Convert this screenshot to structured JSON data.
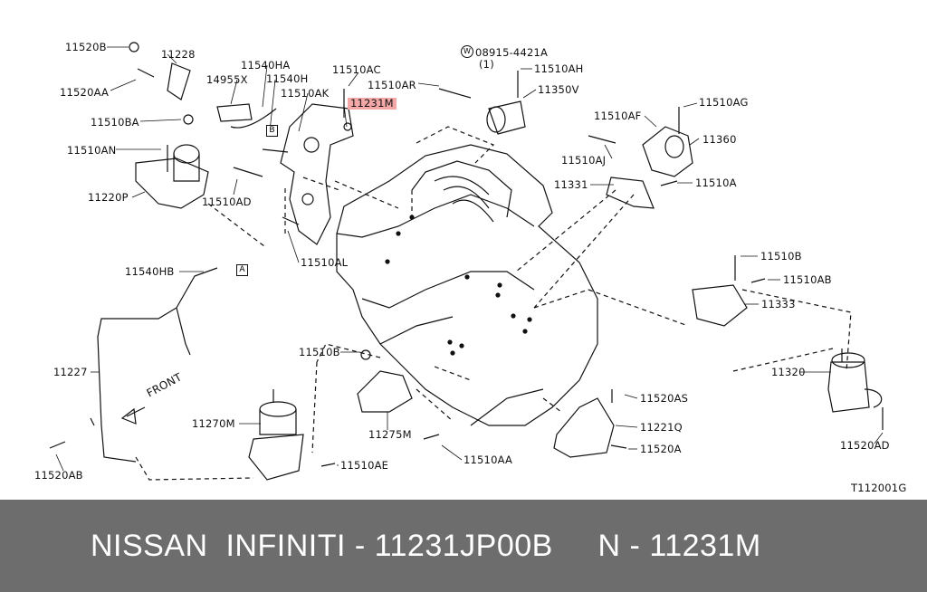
{
  "parts": [
    {
      "id": "p01",
      "label": "11520B"
    },
    {
      "id": "p02",
      "label": "11228"
    },
    {
      "id": "p03",
      "label": "11520AA"
    },
    {
      "id": "p04",
      "label": "14955X"
    },
    {
      "id": "p05",
      "label": "11540HA"
    },
    {
      "id": "p06",
      "label": "11540H"
    },
    {
      "id": "p07",
      "label": "11510AC"
    },
    {
      "id": "p08",
      "label": "11510AK"
    },
    {
      "id": "p09",
      "label": "11231M"
    },
    {
      "id": "p10",
      "label": "11510AR"
    },
    {
      "id": "p11",
      "label": "08915-4421A"
    },
    {
      "id": "p12",
      "label": "(1)"
    },
    {
      "id": "p13",
      "label": "11510AH"
    },
    {
      "id": "p14",
      "label": "11350V"
    },
    {
      "id": "p15",
      "label": "11510BA"
    },
    {
      "id": "p16",
      "label": "11510AN"
    },
    {
      "id": "p17",
      "label": "11220P"
    },
    {
      "id": "p18",
      "label": "11510AD"
    },
    {
      "id": "p19",
      "label": "11510AL"
    },
    {
      "id": "p20",
      "label": "11510AF"
    },
    {
      "id": "p21",
      "label": "11510AG"
    },
    {
      "id": "p22",
      "label": "11360"
    },
    {
      "id": "p23",
      "label": "11510AJ"
    },
    {
      "id": "p24",
      "label": "11331"
    },
    {
      "id": "p25",
      "label": "11510A"
    },
    {
      "id": "p26",
      "label": "11510B"
    },
    {
      "id": "p27",
      "label": "11510AB"
    },
    {
      "id": "p28",
      "label": "11333"
    },
    {
      "id": "p29",
      "label": "11540HB"
    },
    {
      "id": "p30",
      "label": "11227"
    },
    {
      "id": "p31",
      "label": "11510B"
    },
    {
      "id": "p32",
      "label": "11320"
    },
    {
      "id": "p33",
      "label": "11520AS"
    },
    {
      "id": "p34",
      "label": "11270M"
    },
    {
      "id": "p35",
      "label": "11221Q"
    },
    {
      "id": "p36",
      "label": "11275M"
    },
    {
      "id": "p37",
      "label": "11520A"
    },
    {
      "id": "p38",
      "label": "11510AA"
    },
    {
      "id": "p39",
      "label": "11520AD"
    },
    {
      "id": "p40",
      "label": "11520AB"
    },
    {
      "id": "p41",
      "label": "11510AE"
    }
  ],
  "markers": {
    "a": "A",
    "b": "B",
    "w": "W"
  },
  "front_label": "FRONT",
  "diagram_code": "T112001G",
  "highlight_color": "#f4a7a7",
  "footer": {
    "text": "NISSAN  INFINITI - 11231JP00B     N - 11231M",
    "background": "#6d6d6d",
    "color": "#ffffff"
  }
}
